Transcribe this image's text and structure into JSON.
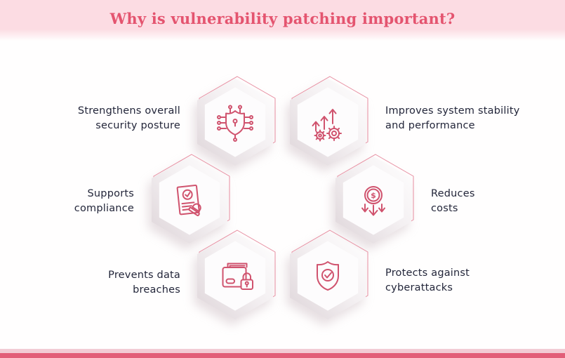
{
  "header": {
    "title": "Why is vulnerability patching important?"
  },
  "items": [
    {
      "id": "security-posture",
      "icon": "shield-network-icon",
      "label": "Strengthens overall security posture",
      "lines": [
        "Strengthens overall",
        "security posture"
      ],
      "side": "left"
    },
    {
      "id": "system-stability",
      "icon": "growth-gears-icon",
      "label": "Improves system stability and performance",
      "lines": [
        "Improves system stability",
        "and performance"
      ],
      "side": "right"
    },
    {
      "id": "compliance",
      "icon": "document-stamp-icon",
      "label": "Supports compliance",
      "lines": [
        "Supports",
        "compliance"
      ],
      "side": "left"
    },
    {
      "id": "reduce-costs",
      "icon": "coin-down-arrows-icon",
      "label": "Reduces costs",
      "lines": [
        "Reduces",
        "costs"
      ],
      "side": "right"
    },
    {
      "id": "data-breaches",
      "icon": "wallet-lock-icon",
      "label": "Prevents data breaches",
      "lines": [
        "Prevents data",
        "breaches"
      ],
      "side": "left"
    },
    {
      "id": "cyberattacks",
      "icon": "shield-check-icon",
      "label": "Protects against cyberattacks",
      "lines": [
        "Protects against",
        "cyberattacks"
      ],
      "side": "right"
    }
  ],
  "icons": {
    "dollar_sign": "$"
  },
  "colors": {
    "header_bg": "#fcdce3",
    "title_text": "#e4546f",
    "icon_stroke": "#d0536e",
    "hex_outline": "#e78da0",
    "hex_border_gradient_dark": "#ded5d9",
    "label_text": "#23263a",
    "stripe_light": "#f2ccd5",
    "stripe_dark": "#e25e78",
    "background": "#ffffff"
  }
}
